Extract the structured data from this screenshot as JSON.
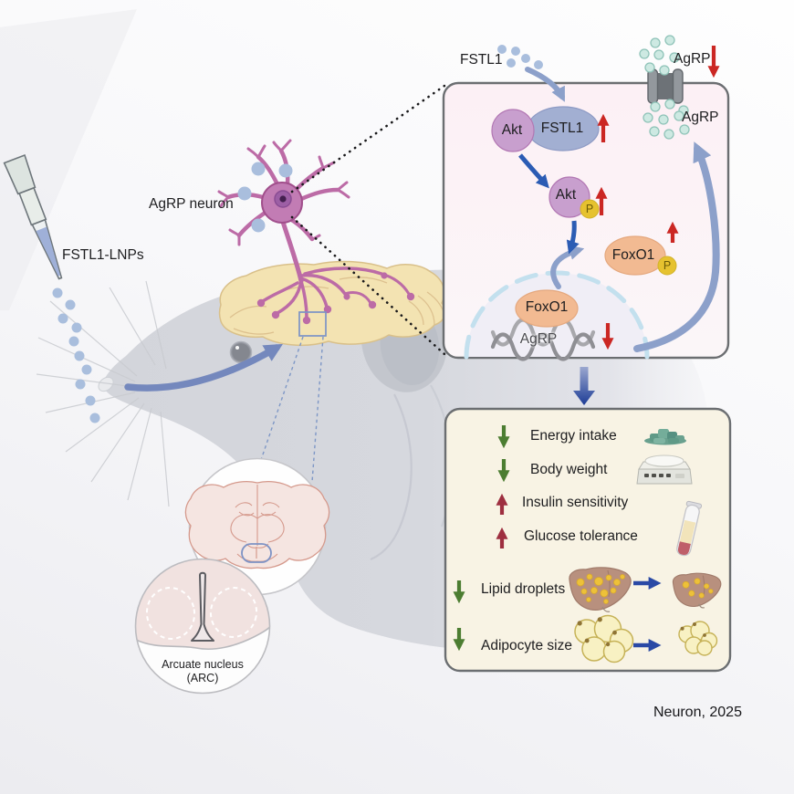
{
  "labels": {
    "injection": "FSTL1-LNPs",
    "neuron": "AgRP neuron",
    "inset_line1": "Arcuate nucleus",
    "inset_line2": "(ARC)",
    "citation": "Neuron, 2025"
  },
  "cell_pathway": {
    "ligand": "FSTL1",
    "secreted_outside": "AgRP",
    "secreted_outside_change": "decrease",
    "secreted_inside": "AgRP",
    "complex": {
      "left": "Akt",
      "right": "FSTL1",
      "change": "increase"
    },
    "kinase": "Akt",
    "kinase_change": "increase",
    "phospho": "P",
    "tf_cyto": "FoxO1",
    "tf_cyto_change": "increase",
    "tf_nuclear": "FoxO1",
    "gene": "AgRP",
    "gene_change": "decrease"
  },
  "outcomes": [
    {
      "label": "Energy intake",
      "change": "decrease",
      "icon": "food-pellets-icon"
    },
    {
      "label": "Body weight",
      "change": "decrease",
      "icon": "balance-scale-icon"
    },
    {
      "label": "Insulin sensitivity",
      "change": "increase",
      "icon": "blood-tube-icon"
    },
    {
      "label": "Glucose tolerance",
      "change": "increase",
      "icon": "blood-tube-icon"
    },
    {
      "label": "Lipid droplets",
      "change": "decrease",
      "icon": "liver-icon"
    },
    {
      "label": "Adipocyte size",
      "change": "decrease",
      "icon": "adipocyte-icon"
    }
  ],
  "colors": {
    "red": "#cb2723",
    "green": "#4c7d31",
    "darkred": "#9e2f40",
    "blue": "#2b5cb4",
    "steel": "#8ca0ca",
    "steel2": "#7488bd",
    "navy": "#2a49a5",
    "akt": "#c89fce",
    "fstl1": "#a2afd2",
    "foxo1": "#f2ba92",
    "phos": "#e6c22f",
    "teal": "#cde9e2",
    "tealStroke": "#8fc3b8",
    "lnp": "#a9bedd",
    "neuron": "#bc6ba6",
    "neuronDark": "#a14f8c",
    "brain": "#f3e3b2",
    "brainStroke": "#d9c08a",
    "mouse": "#d3d5db",
    "outcomeFill": "#f8f3e4",
    "boxBorder": "#6b6e71",
    "salmon": "#d5998c",
    "insetPink": "#f1e2e0"
  }
}
